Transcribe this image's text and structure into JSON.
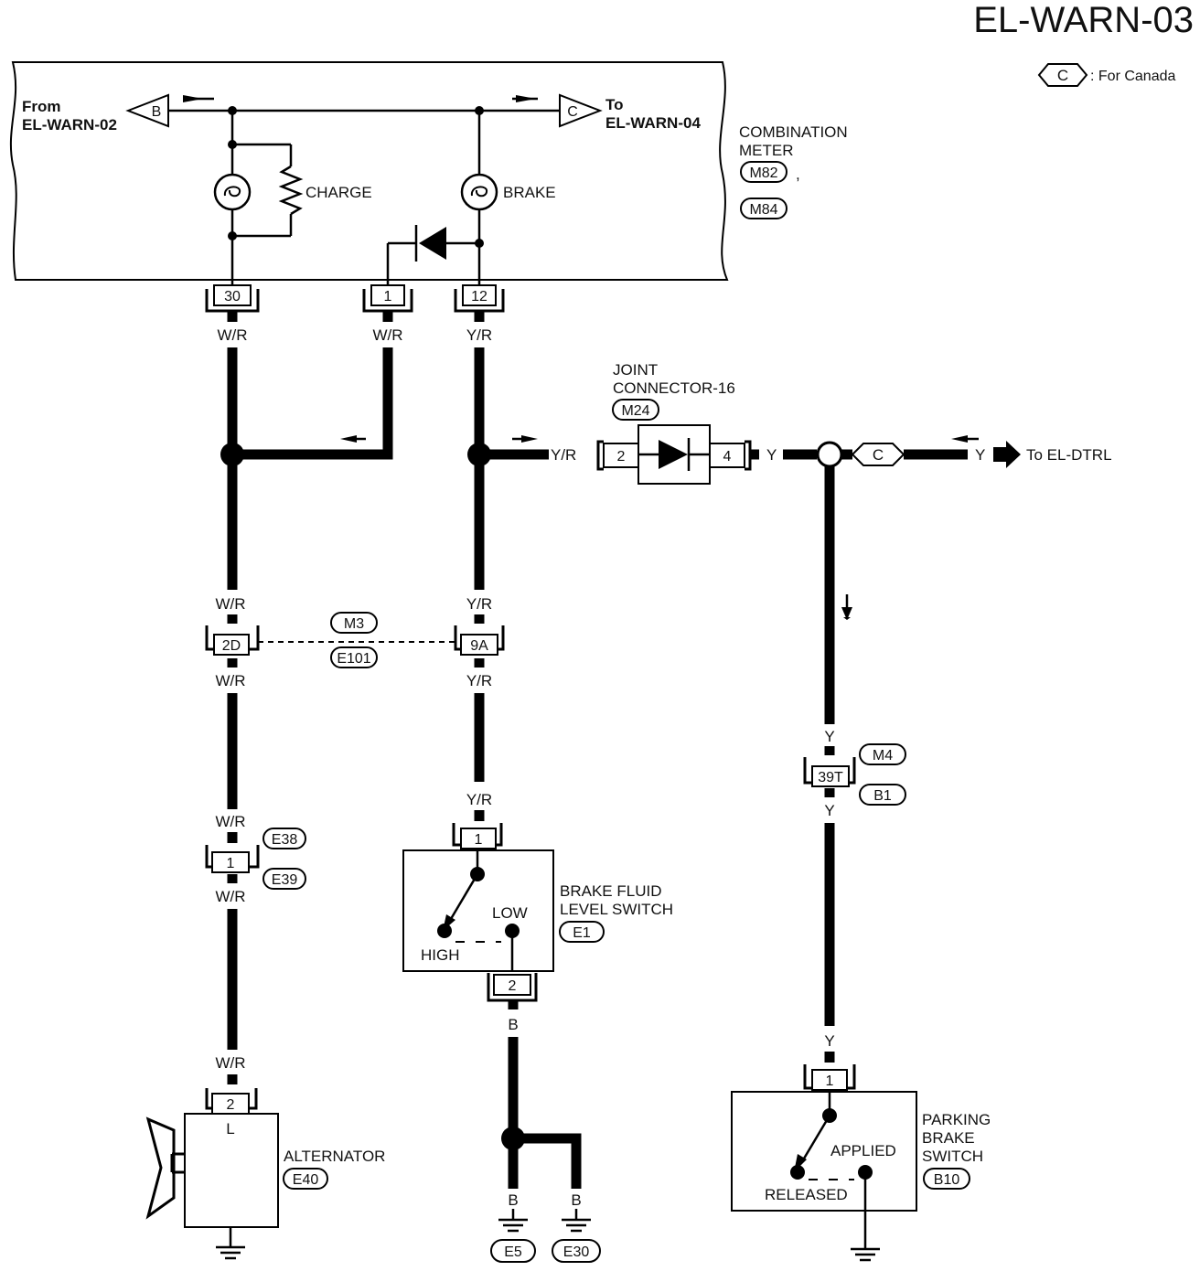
{
  "page_title": "EL-WARN-03",
  "legend": {
    "symbol": "C",
    "text": ": For Canada"
  },
  "meter": {
    "name_line1": "COMBINATION",
    "name_line2": "METER",
    "conn1": "M82",
    "comma": ",",
    "conn2": "M84",
    "from_line1": "From",
    "from_line2": "EL-WARN-02",
    "from_symbol": "B",
    "to_line1": "To",
    "to_line2": "EL-WARN-04",
    "to_symbol": "C",
    "charge_label": "CHARGE",
    "brake_label": "BRAKE",
    "term_30": "30",
    "term_1": "1",
    "term_12": "12"
  },
  "wires": {
    "wr_a": "W/R",
    "wr_b": "W/R",
    "yr_a": "Y/R",
    "wr_c": "W/R",
    "yr_c": "Y/R",
    "wr_d": "W/R",
    "yr_d": "Y/R",
    "yr_e": "Y/R",
    "wr_e": "W/R",
    "wr_f": "W/R",
    "wr_g": "W/R",
    "b_a": "B",
    "b_b": "B",
    "b_c": "B",
    "yr_joint": "Y/R",
    "y_a": "Y",
    "y_b": "Y",
    "y_c": "Y",
    "y_d": "Y",
    "y_e": "Y"
  },
  "joint": {
    "line1": "JOINT",
    "line2": "CONNECTOR-16",
    "conn": "M24",
    "pin_in": "2",
    "pin_out": "4",
    "canada_symbol": "C",
    "to_text": "To EL-DTRL"
  },
  "inline_2d_9a": {
    "pin_left": "2D",
    "pin_right": "9A",
    "conn_top": "M3",
    "conn_bottom": "E101"
  },
  "inline_e38": {
    "pin": "1",
    "conn_top": "E38",
    "conn_bottom": "E39"
  },
  "inline_39t": {
    "pin": "39T",
    "conn_top": "M4",
    "conn_bottom": "B1"
  },
  "brake_fluid": {
    "name_line1": "BRAKE FLUID",
    "name_line2": "LEVEL SWITCH",
    "conn": "E1",
    "pin_top": "1",
    "pin_bottom": "2",
    "low": "LOW",
    "high": "HIGH"
  },
  "alternator": {
    "name": "ALTERNATOR",
    "conn": "E40",
    "pin": "2",
    "terminal": "L"
  },
  "grounds": {
    "g1": "E5",
    "g2": "E30"
  },
  "parking": {
    "name_line1": "PARKING",
    "name_line2": "BRAKE",
    "name_line3": "SWITCH",
    "conn": "B10",
    "pin": "1",
    "applied": "APPLIED",
    "released": "RELEASED"
  }
}
